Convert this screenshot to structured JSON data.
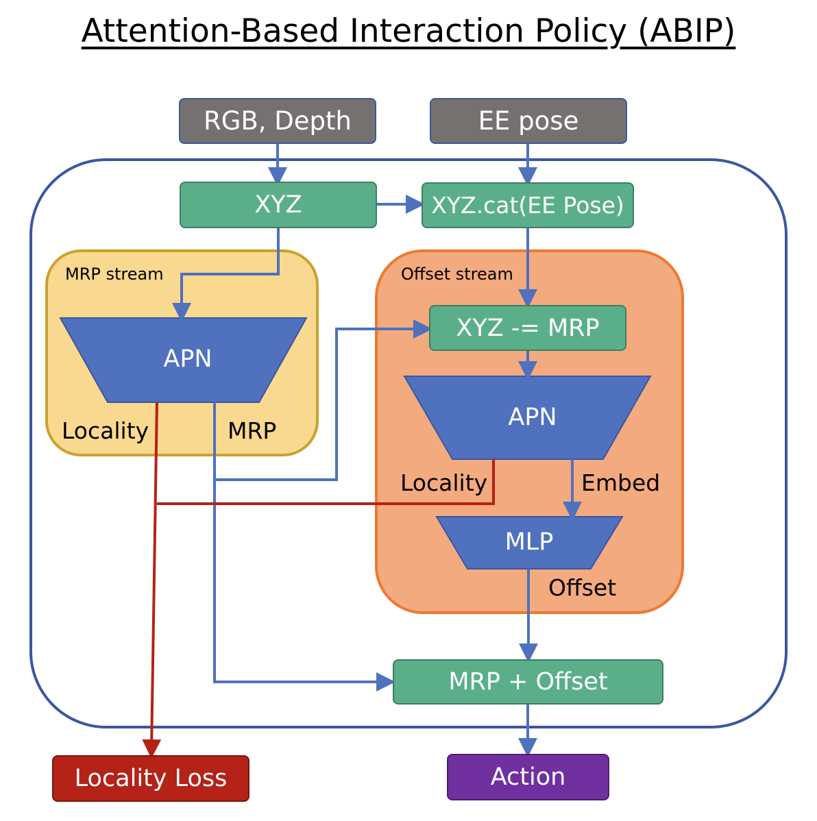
{
  "title": "Attention-Based Interaction Policy (ABIP)",
  "inputs": {
    "rgb_depth": "RGB, Depth",
    "ee_pose": "EE pose"
  },
  "nodes": {
    "xyz": "XYZ",
    "xyz_cat": "XYZ.cat(EE Pose)",
    "xyz_minus_mrp": "XYZ -= MRP",
    "apn_mrp": "APN",
    "apn_offset": "APN",
    "mlp": "MLP",
    "mrp_plus_offset": "MRP + Offset"
  },
  "streams": {
    "mrp": "MRP stream",
    "offset": "Offset stream"
  },
  "edge_labels": {
    "locality_mrp": "Locality",
    "mrp": "MRP",
    "locality_offset": "Locality",
    "embed": "Embed",
    "offset": "Offset"
  },
  "outputs": {
    "locality_loss": "Locality Loss",
    "action": "Action"
  },
  "colors": {
    "outer_border": "#3c56a0",
    "input_gray": "#767171",
    "node_green": "#5aaf8a",
    "trapezoid_blue": "#4f71be",
    "mrp_stream_fill": "#f9d98f",
    "mrp_stream_border": "#c9a22e",
    "offset_stream_fill": "#f3aa7e",
    "offset_stream_border": "#ed7a31",
    "arrow_blue": "#4f71be",
    "arrow_red": "#b42218",
    "loss_red": "#b42218",
    "action_purple": "#7030a0"
  }
}
